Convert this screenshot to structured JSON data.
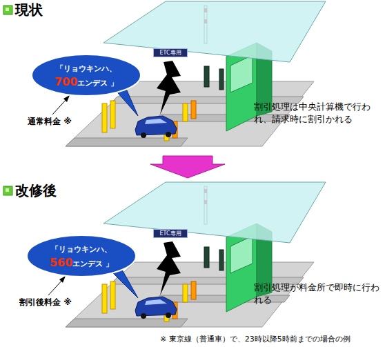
{
  "diagram": {
    "nodes": [
      {
        "text": [
          "ETC専用"
        ]
      },
      {
        "text": [
          "「リョウキンハ、",
          "700",
          "エンデス 」"
        ]
      },
      {
        "text": [
          "ETC専用"
        ]
      },
      {
        "text": [
          "「リョウキンハ、",
          "560",
          "エンデス 」"
        ]
      }
    ],
    "labels": [
      "現状",
      "通常料金 ※",
      "割引処理は中央計算機で行われ、請求時に割引かれる",
      "改修後",
      "割引後料金 ※",
      "割引処理が料金所で即時に行われる",
      "※ 東京線（普通車）で、23時以降5時前までの場合の例"
    ]
  }
}
